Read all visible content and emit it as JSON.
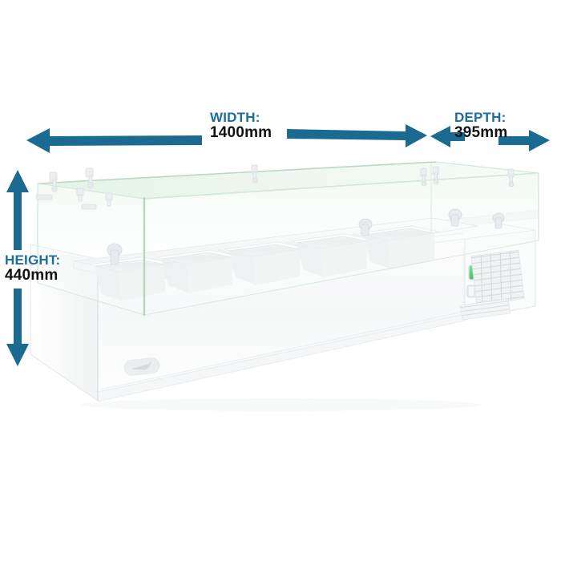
{
  "diagram": {
    "title": "Refrigerated countertop prep / topping unit dimension diagram",
    "background_color": "#ffffff",
    "accent_color": "#1a6e9e",
    "arrow_color": "#1a6a91",
    "value_color": "#111111"
  },
  "dimensions": {
    "width": {
      "caption": "WIDTH:",
      "value": "1400mm",
      "number": 1400,
      "unit": "mm"
    },
    "depth": {
      "caption": "DEPTH:",
      "value": "395mm",
      "number": 395,
      "unit": "mm"
    },
    "height": {
      "caption": "HEIGHT:",
      "value": "440mm",
      "number": 440,
      "unit": "mm"
    }
  },
  "product": {
    "name": "countertop-refrigerated-prep-unit",
    "body_color": "#ffffff",
    "body_shade": "#f2f4f5",
    "glass_tint": "#e8f2ea",
    "glass_edge": "#bcd8c2",
    "pan_count": 5,
    "pan_color": "#eef0f1",
    "display_color": "#63d07a",
    "grille_color": "#dfe3e5",
    "logo_color": "#c9ced2",
    "parts": [
      {
        "name": "sneeze-guard-glass",
        "label": "Glass sneeze guard"
      },
      {
        "name": "glass-bracket",
        "label": "Glass mounting bracket"
      },
      {
        "name": "gn-pan",
        "label": "GN food pan"
      },
      {
        "name": "pan-rail",
        "label": "Stainless pan rail"
      },
      {
        "name": "cabinet-body",
        "label": "Cabinet body"
      },
      {
        "name": "control-display",
        "label": "Digital thermostat display"
      },
      {
        "name": "control-button",
        "label": "Control button"
      },
      {
        "name": "vent-grille",
        "label": "Ventilation grille"
      },
      {
        "name": "brand-logo-badge",
        "label": "Brand logo badge"
      }
    ]
  }
}
